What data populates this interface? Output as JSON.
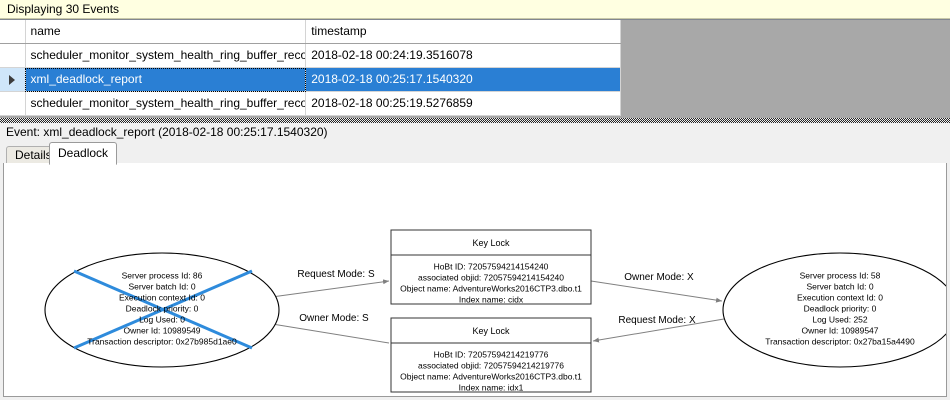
{
  "banner": {
    "text": "Displaying 30 Events"
  },
  "grid": {
    "columns": [
      "",
      "name",
      "timestamp"
    ],
    "rows": [
      {
        "selector": "",
        "name": "scheduler_monitor_system_health_ring_buffer_recorded",
        "timestamp": "2018-02-18 00:24:19.3516078",
        "selected": false
      },
      {
        "selector": "row-pointer-icon",
        "name": "xml_deadlock_report",
        "timestamp": "2018-02-18 00:25:17.1540320",
        "selected": true
      },
      {
        "selector": "",
        "name": "scheduler_monitor_system_health_ring_buffer_recorded",
        "timestamp": "2018-02-18 00:25:19.5276859",
        "selected": false
      }
    ]
  },
  "event_header": {
    "text": "Event: xml_deadlock_report (2018-02-18 00:25:17.1540320)"
  },
  "tabs": [
    {
      "label": "Details",
      "active": false
    },
    {
      "label": "Deadlock",
      "active": true
    }
  ],
  "deadlock": {
    "processes": [
      {
        "id": "process-left",
        "victim": true,
        "lines": [
          "Server process Id: 86",
          "Server batch Id: 0",
          "Execution context Id: 0",
          "Deadlock priority: 0",
          "Log Used: 0",
          "Owner Id: 10989549",
          "Transaction descriptor: 0x27b985d1ae0"
        ]
      },
      {
        "id": "process-right",
        "victim": false,
        "lines": [
          "Server process Id: 58",
          "Server batch Id: 0",
          "Execution context Id: 0",
          "Deadlock priority: 0",
          "Log Used: 252",
          "Owner Id: 10989547",
          "Transaction descriptor: 0x27ba15a4490"
        ]
      }
    ],
    "resources": [
      {
        "id": "keylock-top",
        "title": "Key Lock",
        "lines": [
          "HoBt ID: 72057594214154240",
          "associated objid: 72057594214154240",
          "Object name: AdventureWorks2016CTP3.dbo.t1",
          "Index name: cidx"
        ]
      },
      {
        "id": "keylock-bottom",
        "title": "Key Lock",
        "lines": [
          "HoBt ID: 72057594214219776",
          "associated objid: 72057594214219776",
          "Object name: AdventureWorks2016CTP3.dbo.t1",
          "Index name: idx1"
        ]
      }
    ],
    "edges": [
      {
        "id": "edge-request-s",
        "label": "Request Mode: S"
      },
      {
        "id": "edge-owner-x",
        "label": "Owner Mode: X"
      },
      {
        "id": "edge-owner-s",
        "label": "Owner Mode: S"
      },
      {
        "id": "edge-request-x",
        "label": "Request Mode: X"
      }
    ]
  },
  "colors": {
    "banner_bg": "#ffffe1",
    "selection_bg": "#2a7fd4",
    "victim_cross": "#2e8bdc",
    "grid_backdrop": "#a8a8a8"
  }
}
